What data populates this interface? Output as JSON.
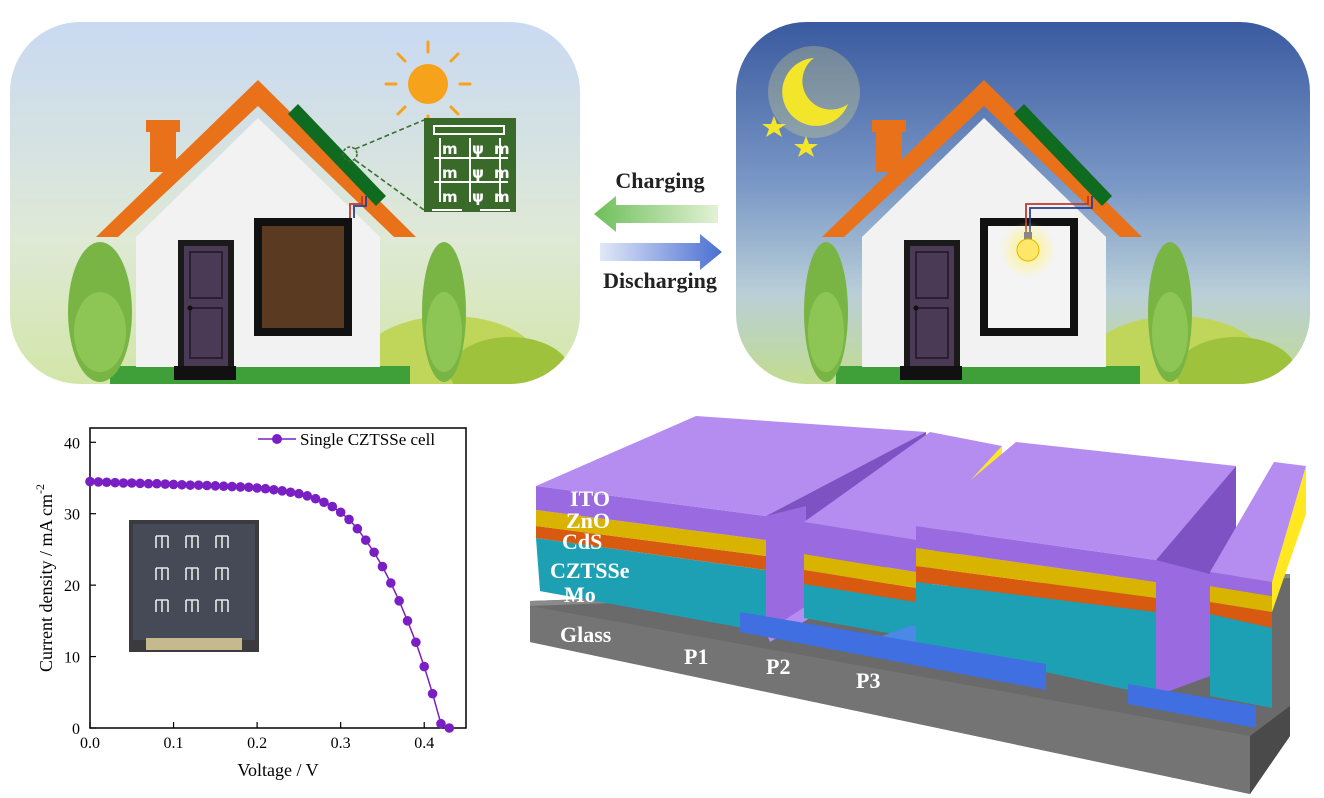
{
  "arrows": {
    "charging_label": "Charging",
    "discharging_label": "Discharging"
  },
  "chart_data": {
    "type": "scatter",
    "xlabel": "Voltage / V",
    "ylabel": "Current density / mA cm",
    "ylabel_sup": "-2",
    "xlim": [
      0.0,
      0.45
    ],
    "ylim": [
      0,
      42
    ],
    "xticks": [
      "0.0",
      "0.1",
      "0.2",
      "0.3",
      "0.4"
    ],
    "yticks": [
      "0",
      "10",
      "20",
      "30",
      "40"
    ],
    "legend_placement": "top-right",
    "series": [
      {
        "name": "Single CZTSSe cell",
        "color": "#7a1fc4",
        "x": [
          0.0,
          0.01,
          0.02,
          0.03,
          0.04,
          0.05,
          0.06,
          0.07,
          0.08,
          0.09,
          0.1,
          0.11,
          0.12,
          0.13,
          0.14,
          0.15,
          0.16,
          0.17,
          0.18,
          0.19,
          0.2,
          0.21,
          0.22,
          0.23,
          0.24,
          0.25,
          0.26,
          0.27,
          0.28,
          0.29,
          0.3,
          0.31,
          0.32,
          0.33,
          0.34,
          0.35,
          0.36,
          0.37,
          0.38,
          0.39,
          0.4,
          0.41,
          0.42,
          0.43
        ],
        "y": [
          34.5,
          34.45,
          34.4,
          34.35,
          34.3,
          34.3,
          34.25,
          34.2,
          34.2,
          34.15,
          34.1,
          34.05,
          34.0,
          34.0,
          33.95,
          33.9,
          33.85,
          33.8,
          33.75,
          33.7,
          33.6,
          33.5,
          33.35,
          33.2,
          33.0,
          32.8,
          32.5,
          32.1,
          31.6,
          31.0,
          30.2,
          29.2,
          27.9,
          26.3,
          24.6,
          22.6,
          20.3,
          17.8,
          15.0,
          12.0,
          8.6,
          4.8,
          0.6,
          0.0
        ]
      }
    ]
  },
  "device": {
    "layers": [
      "ITO",
      "ZnO",
      "CdS",
      "CZTSSe",
      "Mo",
      "Glass"
    ],
    "scribes": [
      "P1",
      "P2",
      "P3"
    ]
  },
  "colors": {
    "ito": "#b58cf0",
    "zno": "#d8b400",
    "cds": "#d85a10",
    "czts": "#1ea0b4",
    "mo": "#3f6fe0",
    "glass": "#6a6a6a",
    "roof": "#e8711a",
    "panel": "#0f6b1f"
  }
}
